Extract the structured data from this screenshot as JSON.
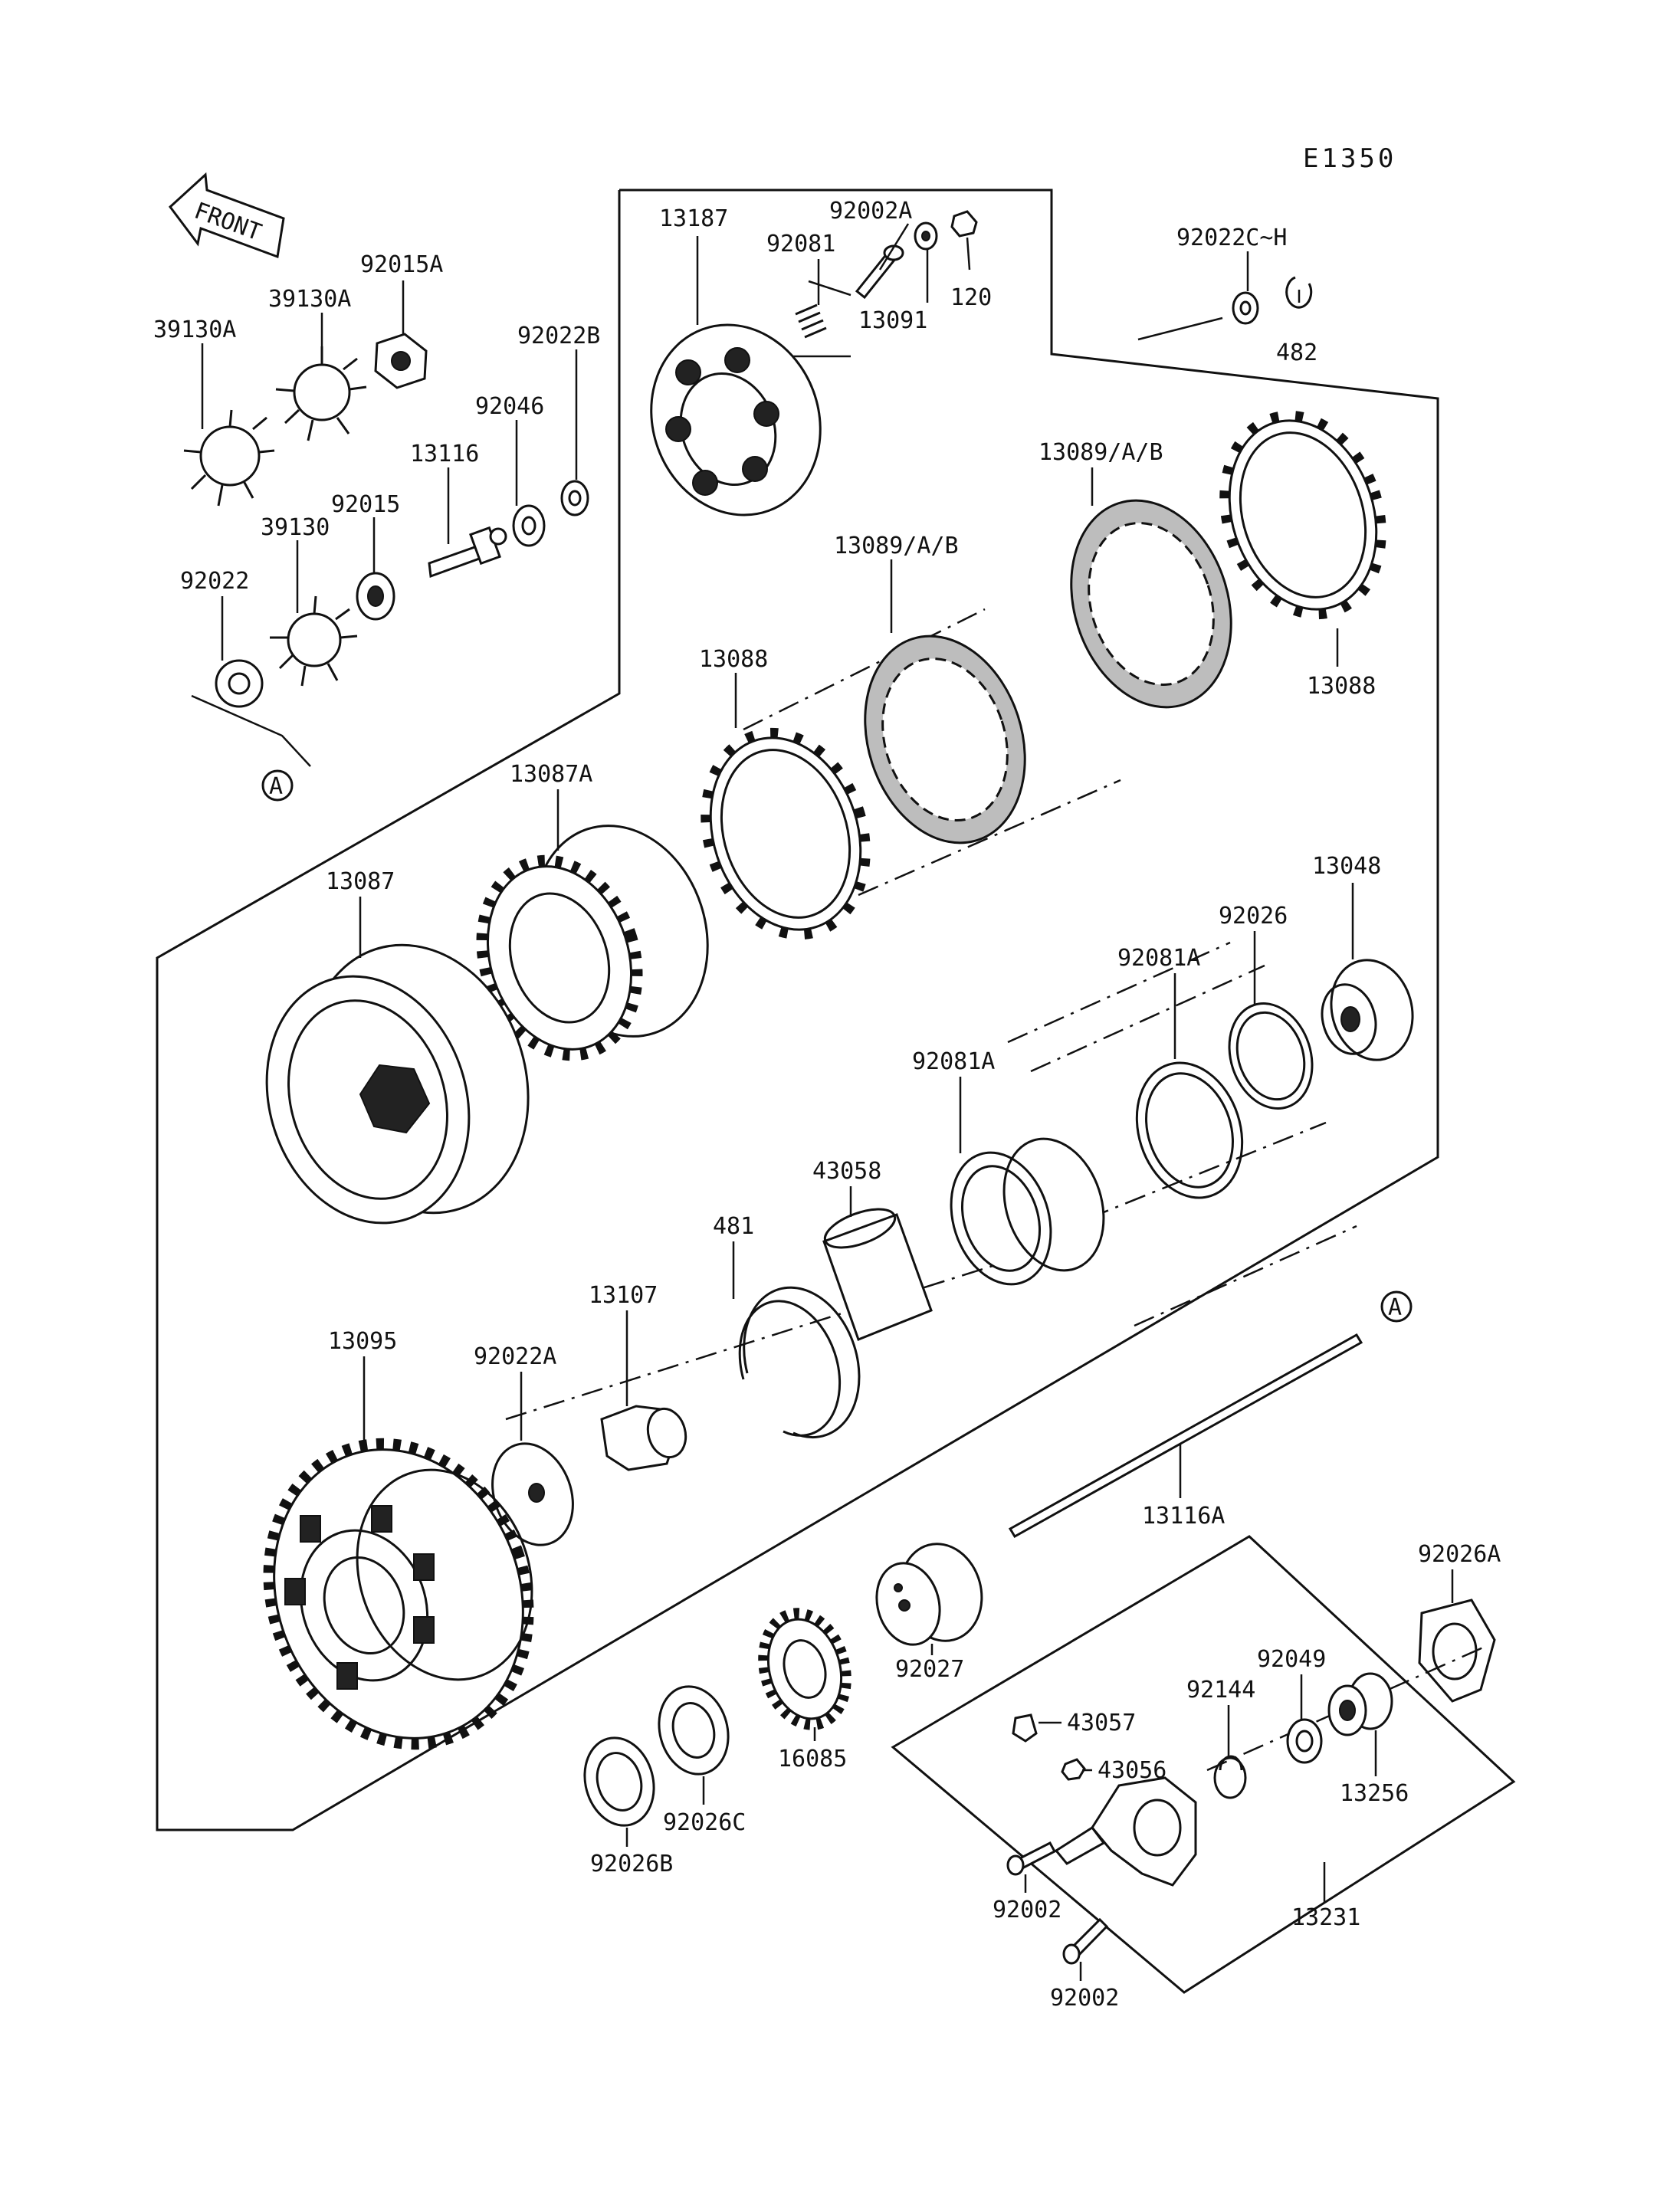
{
  "diagram_code": "E1350",
  "front_label": "FRONT",
  "ref_marker": "A",
  "labels": {
    "p92002A": "92002A",
    "p13187": "13187",
    "p92081": "92081",
    "p120": "120",
    "p13091": "13091",
    "p92022CH": "92022C~H",
    "p482": "482",
    "p92015A": "92015A",
    "p39130A_1": "39130A",
    "p39130A_2": "39130A",
    "p92022B": "92022B",
    "p92046": "92046",
    "p13116": "13116",
    "p92015": "92015",
    "p39130": "39130",
    "p92022": "92022",
    "p13089AB_1": "13089/A/B",
    "p13089AB_2": "13089/A/B",
    "p13088_1": "13088",
    "p13088_2": "13088",
    "p13087A": "13087A",
    "p13087": "13087",
    "p13048": "13048",
    "p92026": "92026",
    "p92081A_1": "92081A",
    "p92081A_2": "92081A",
    "p43058": "43058",
    "p481": "481",
    "p13107": "13107",
    "p13095": "13095",
    "p92022A": "92022A",
    "p13116A": "13116A",
    "p92026A": "92026A",
    "p92027": "92027",
    "p92049": "92049",
    "p92144": "92144",
    "p43057": "43057",
    "p43056": "43056",
    "p13256": "13256",
    "p16085": "16085",
    "p92026B": "92026B",
    "p92026C": "92026C",
    "p92002_1": "92002",
    "p92002_2": "92002",
    "p13231": "13231"
  }
}
